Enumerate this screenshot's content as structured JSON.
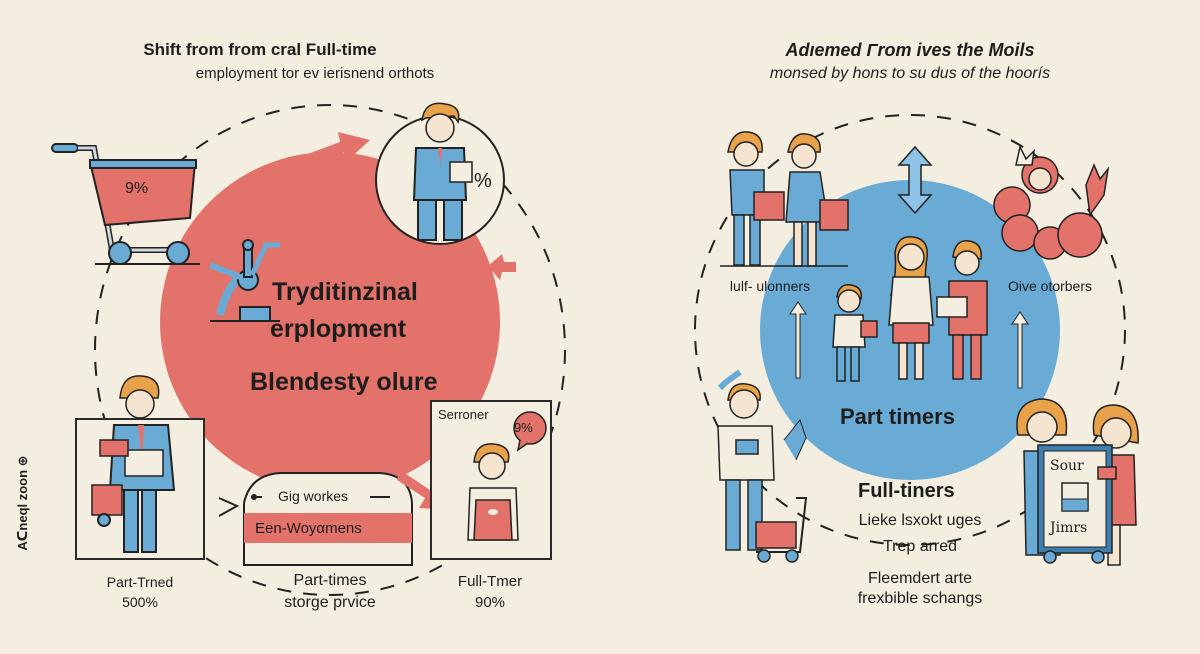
{
  "left_panel": {
    "title": "Shift from from cral Full-time",
    "subtitle": "employment tor ev ierisnend orthots",
    "circle_text": {
      "line1": "Tryditinzinal",
      "line2": "erplopment",
      "line3": "Blendesty olure"
    },
    "cart_badge": "9%",
    "worker_circle_badge": "%",
    "vertical_axis_label": "Aᑕneql zoon ⊕",
    "part_trned": {
      "label": "Part-Trned",
      "value": "500%"
    },
    "gig_box": {
      "header": "Gig workes",
      "banner": "Een-Woyαmens",
      "caption_line1": "Part-times",
      "caption_line2": "storge prvice"
    },
    "full_timer_box": {
      "header": "Serroner",
      "bubble": "9%",
      "label": "Full-Tmer",
      "value": "90%"
    }
  },
  "right_panel": {
    "title": "Adıemed Γrom ives the Moils",
    "subtitle": "monsed by hons to su dus of the hoorís",
    "left_group_label": "lulf- ulonners",
    "right_group_label": "Oive otorbers",
    "circle_label": "Part timers",
    "full_timers": {
      "heading": "Full-tiners",
      "line1": "Lieke lsxokt uges",
      "line2": "Trep arred",
      "line3": "Fleemdert arte",
      "line4": "frexbible schangs"
    },
    "sign": {
      "line1": "Sour",
      "line2": "Jimrs"
    }
  },
  "colors": {
    "background": "#f4eee0",
    "coral": "#e2726a",
    "blue": "#6aabd6",
    "dark_blue": "#2f5f86",
    "hair": "#e8a24a",
    "outline": "#1f1f1f"
  }
}
